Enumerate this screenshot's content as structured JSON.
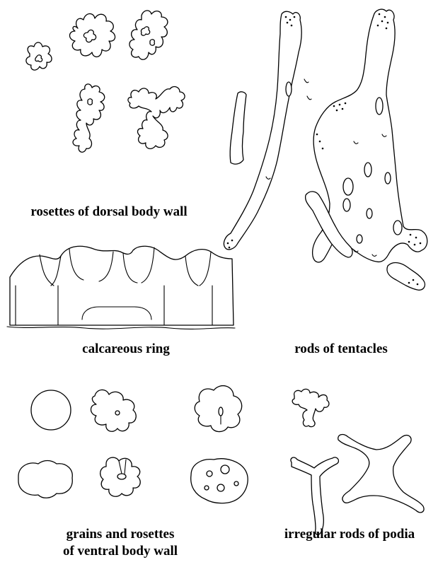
{
  "captions": {
    "dorsal_rosettes": "rosettes of dorsal body wall",
    "calcareous_ring": "calcareous ring",
    "tentacle_rods": "rods of tentacles",
    "ventral_line1": "grains and rosettes",
    "ventral_line2": "of ventral body wall",
    "podia_rods": "irregular rods of podia"
  },
  "colors": {
    "ink": "#000000",
    "paper": "#ffffff"
  }
}
